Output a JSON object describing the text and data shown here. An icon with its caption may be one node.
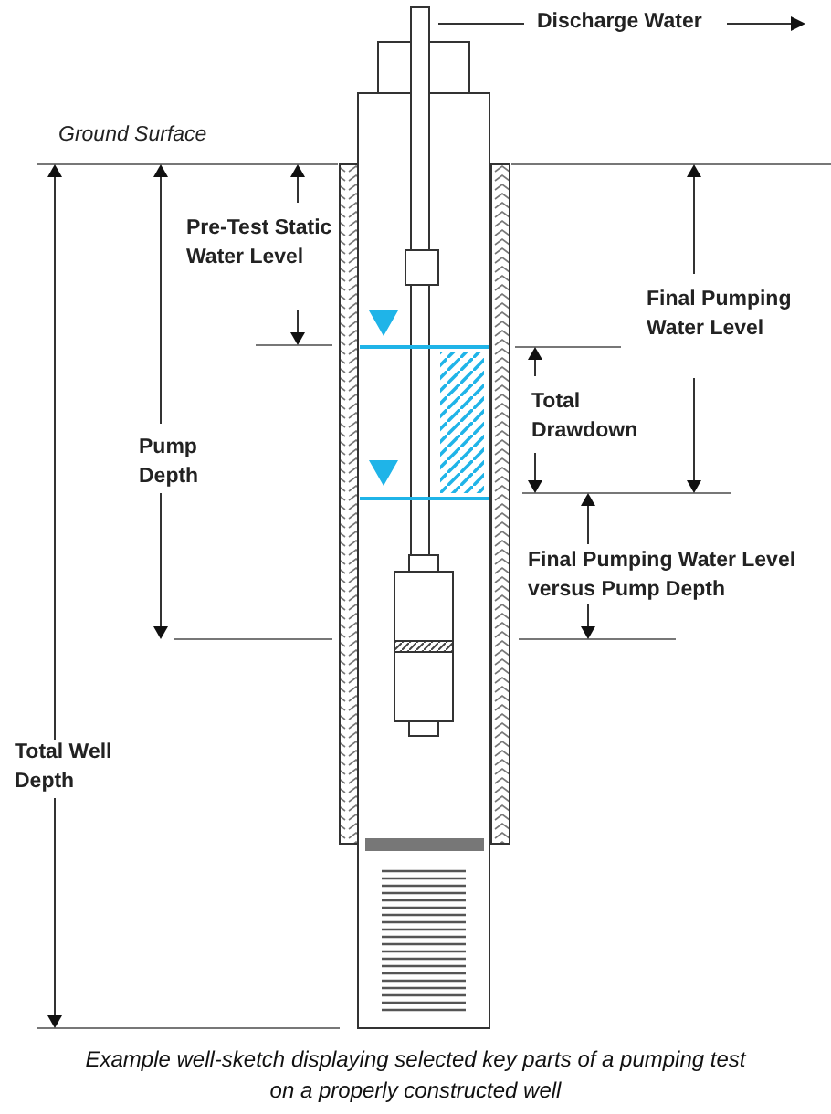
{
  "diagram": {
    "caption": "Example well-sketch displaying selected key parts of a pumping test on a properly constructed well",
    "labels": [
      "Discharge Water",
      "Ground Surface",
      "Pre-Test Static Water Level",
      "Final Pumping Water Level",
      "Total Drawdown",
      "Pump Depth",
      "Final Pumping Water Level versus Pump Depth",
      "Total Well Depth"
    ]
  }
}
